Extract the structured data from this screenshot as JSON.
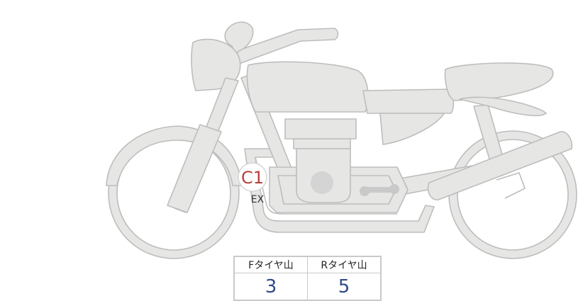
{
  "marker": {
    "code": "C1",
    "label": "EX",
    "color": "#b5423c"
  },
  "tread_table": {
    "headers": [
      "Fタイヤ山",
      "Rタイヤ山"
    ],
    "values": [
      "3",
      "5"
    ],
    "value_color": "#2f4b86"
  }
}
